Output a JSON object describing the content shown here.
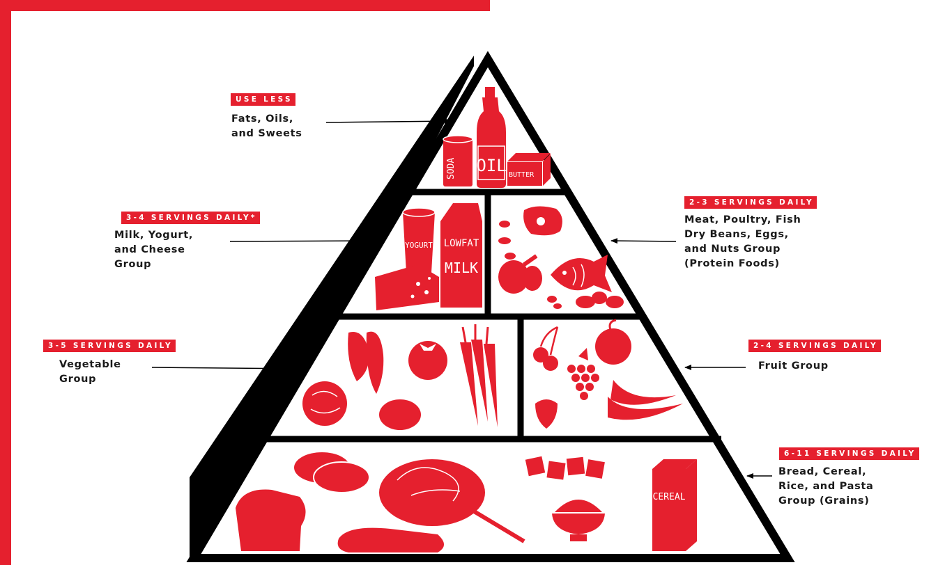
{
  "colors": {
    "accent": "#e5202e",
    "outline": "#000000",
    "background": "#ffffff"
  },
  "groups": [
    {
      "id": "fats",
      "badge": "USE LESS",
      "lines": [
        "Fats, Oils,",
        "and Sweets"
      ]
    },
    {
      "id": "dairy",
      "badge": "3-4 SERVINGS DAILY*",
      "lines": [
        "Milk, Yogurt,",
        "and Cheese",
        "Group"
      ]
    },
    {
      "id": "protein",
      "badge": "2-3 SERVINGS DAILY",
      "lines": [
        "Meat, Poultry, Fish",
        "Dry Beans, Eggs,",
        "and Nuts Group",
        "(Protein Foods)"
      ]
    },
    {
      "id": "vegetable",
      "badge": "3-5 SERVINGS DAILY",
      "lines": [
        "Vegetable",
        "Group"
      ]
    },
    {
      "id": "fruit",
      "badge": "2-4 SERVINGS DAILY",
      "lines": [
        "Fruit Group"
      ]
    },
    {
      "id": "grains",
      "badge": "6-11 SERVINGS DAILY",
      "lines": [
        "Bread, Cereal,",
        "Rice, and Pasta",
        "Group (Grains)"
      ]
    }
  ],
  "food_labels": {
    "soda": "SODA",
    "oil": "OIL",
    "butter": "BUTTER",
    "yogurt": "YOGURT",
    "lowfat": "LOWFAT",
    "milk": "MILK",
    "cereal": "CEREAL"
  },
  "icons": [
    "soda-can-icon",
    "oil-bottle-icon",
    "butter-icon",
    "yogurt-cup-icon",
    "milk-carton-icon",
    "cheese-icon",
    "steak-icon",
    "peanuts-icon",
    "chicken-leg-icon",
    "fish-icon",
    "eggs-icon",
    "beans-icon",
    "pea-pod-icon",
    "tomato-icon",
    "carrots-icon",
    "cabbage-icon",
    "potato-icon",
    "cherries-icon",
    "peach-icon",
    "grapes-icon",
    "strawberry-icon",
    "bananas-icon",
    "bread-slices-icon",
    "bread-loaf-icon",
    "spaghetti-plate-icon",
    "crackers-icon",
    "rice-bowl-icon",
    "baguette-icon",
    "cereal-box-icon"
  ]
}
